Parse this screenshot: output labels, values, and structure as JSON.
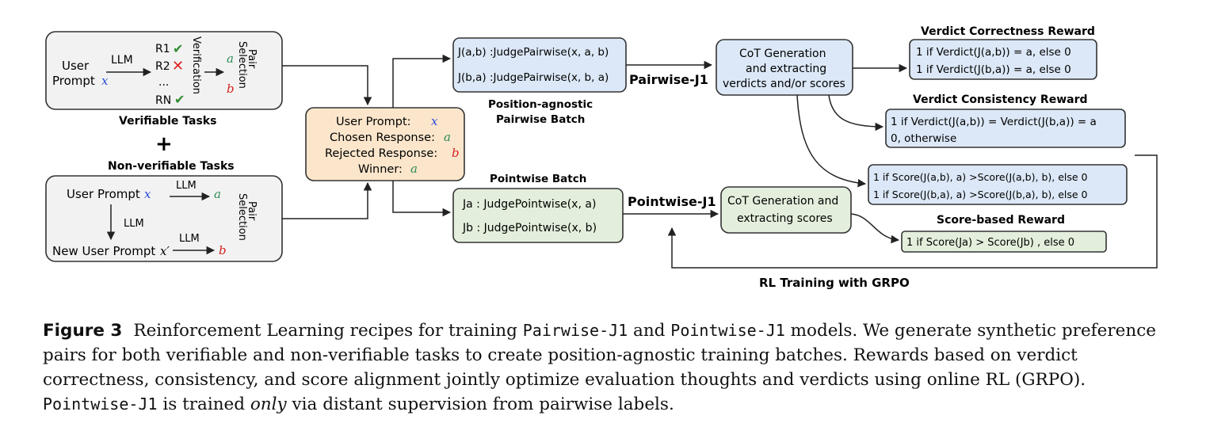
{
  "verifiable": {
    "user_prompt_line1": "User",
    "user_prompt_line2": "Prompt",
    "var_x": "x",
    "llm": "LLM",
    "r1": "R1",
    "r2": "R2",
    "ellipsis": "...",
    "rn": "RN",
    "verification": "Verification",
    "a": "a",
    "b": "b",
    "pair_selection_1": "Pair",
    "pair_selection_2": "Selection",
    "label": "Verifiable Tasks"
  },
  "plus": "+",
  "nonverifiable": {
    "label": "Non-verifiable Tasks",
    "user_prompt": "User Prompt",
    "var_x": "x",
    "llm_top": "LLM",
    "a": "a",
    "llm_down": "LLM",
    "new_user_prompt": "New User Prompt",
    "var_x_prime": "x′",
    "llm_bottom": "LLM",
    "b": "b",
    "pair_selection_1": "Pair",
    "pair_selection_2": "Selection"
  },
  "center_box": {
    "line1_label": "User Prompt:",
    "line1_var": "x",
    "line2_label": "Chosen Response:",
    "line2_var": "a",
    "line3_label": "Rejected Response:",
    "line3_var": "b",
    "line4_label": "Winner:",
    "line4_var": "a"
  },
  "pairwise_batch": {
    "line1": "J(a,b) :JudgePairwise(x, a, b)",
    "line2": "J(b,a) :JudgePairwise(x, b, a)",
    "label1": "Position-agnostic",
    "label2": "Pairwise Batch"
  },
  "pairwise_j1": "Pairwise-J1",
  "pointwise_batch": {
    "label": "Pointwise Batch",
    "line1": "Ja : JudgePointwise(x, a)",
    "line2": "Jb : JudgePointwise(x, b)"
  },
  "pointwise_j1": "Pointwise-J1",
  "cot_pairwise": {
    "line1": "CoT Generation",
    "line2": "and extracting",
    "line3": "verdicts and/or scores"
  },
  "cot_pointwise": {
    "line1": "CoT Generation and",
    "line2": "extracting scores"
  },
  "verdict_correctness": {
    "title": "Verdict Correctness Reward",
    "line1": "1 if Verdict(J(a,b)) = a, else 0",
    "line2": "1 if Verdict(J(b,a)) = a, else 0"
  },
  "verdict_consistency": {
    "title": "Verdict Consistency Reward",
    "line1": "1 if Verdict(J(a,b)) = Verdict(J(b,a)) = a",
    "line2": "0, otherwise"
  },
  "score_pair": {
    "line1": "1 if Score(J(a,b), a) >Score(J(a,b), b), else 0",
    "line2": "1 if Score(J(b,a), a) >Score(J(b,a), b), else 0"
  },
  "score_based": {
    "title": "Score-based Reward",
    "line1": "1 if Score(Ja) > Score(Jb) , else 0"
  },
  "rl_training": "RL Training with GRPO",
  "caption": {
    "fig": "Figure 3",
    "t1": "Reinforcement Learning recipes for training ",
    "c1": "Pairwise-J1",
    "t2": " and ",
    "c2": "Pointwise-J1",
    "t3": " models. We generate synthetic preference pairs for both verifiable and non-verifiable tasks to create position-agnostic training batches. Rewards based on verdict correctness, consistency, and score alignment jointly optimize evaluation thoughts and verdicts using online RL (GRPO). ",
    "c3": "Pointwise-J1",
    "t4": " is trained ",
    "em": "only",
    "t5": " via distant supervision from pairwise labels."
  },
  "colors": {
    "blue_box": "#dce8f7",
    "green_box": "#e3efdc",
    "orange_box": "#fbe6cc",
    "gray_box": "#f2f2f2",
    "var_blue": "#2a4bd7",
    "var_green": "#2e8b57",
    "var_red": "#d62020",
    "check_green": "#2e8b2e",
    "cross_red": "#e02020"
  }
}
